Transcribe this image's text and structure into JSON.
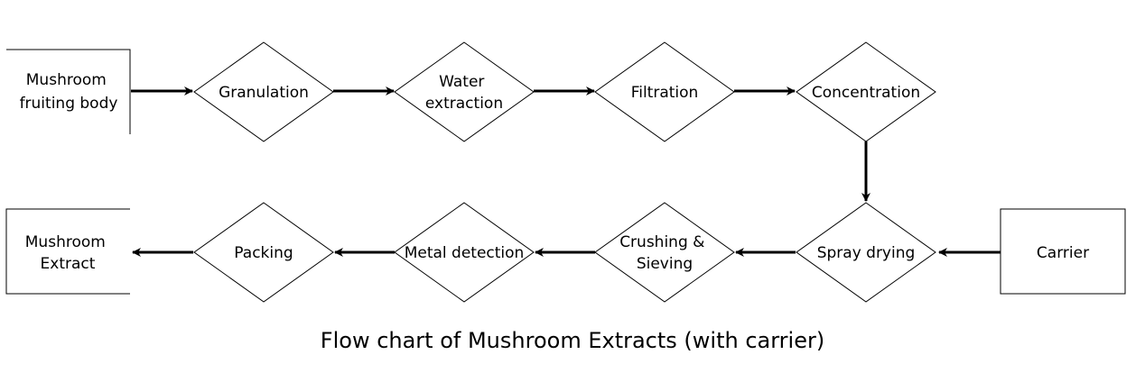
{
  "title": "Flow chart of Mushroom Extracts (with carrier)",
  "nodes": {
    "mushroom_fruiting_body": [
      "Mushroom",
      "fruiting body"
    ],
    "granulation": [
      "Granulation"
    ],
    "water_extraction": [
      "Water",
      "extraction"
    ],
    "filtration": [
      "Filtration"
    ],
    "concentration": [
      "Concentration"
    ],
    "spray_drying": [
      "Spray drying"
    ],
    "carrier": [
      "Carrier"
    ],
    "crushing_sieving": [
      "Crushing &",
      "Sieving"
    ],
    "metal_detection": [
      "Metal detection"
    ],
    "packing": [
      "Packing"
    ],
    "mushroom_extract": [
      "Mushroom",
      "Extract"
    ]
  },
  "edges": [
    [
      "mushroom_fruiting_body",
      "granulation"
    ],
    [
      "granulation",
      "water_extraction"
    ],
    [
      "water_extraction",
      "filtration"
    ],
    [
      "filtration",
      "concentration"
    ],
    [
      "concentration",
      "spray_drying"
    ],
    [
      "carrier",
      "spray_drying"
    ],
    [
      "spray_drying",
      "crushing_sieving"
    ],
    [
      "crushing_sieving",
      "metal_detection"
    ],
    [
      "metal_detection",
      "packing"
    ],
    [
      "packing",
      "mushroom_extract"
    ]
  ]
}
